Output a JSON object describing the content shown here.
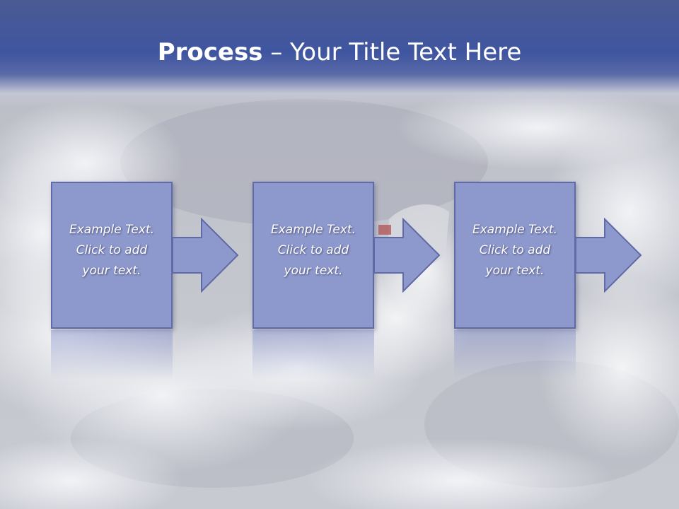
{
  "slide": {
    "title_bold": "Process",
    "title_rest": " – Your Title Text Here"
  },
  "process": {
    "steps": [
      {
        "line1": "Example Text.",
        "line2": "Click  to add",
        "line3": "your text."
      },
      {
        "line1": "Example Text.",
        "line2": "Click  to add",
        "line3": "your text."
      },
      {
        "line1": "Example Text.",
        "line2": "Click  to add",
        "line3": "your text."
      }
    ]
  },
  "colors": {
    "title_band": "#3f55a0",
    "box_fill": "#8d98cd",
    "box_border": "#5f6aa6",
    "text": "#ffffff"
  },
  "icons": {
    "arrow": "right-arrow-icon"
  }
}
